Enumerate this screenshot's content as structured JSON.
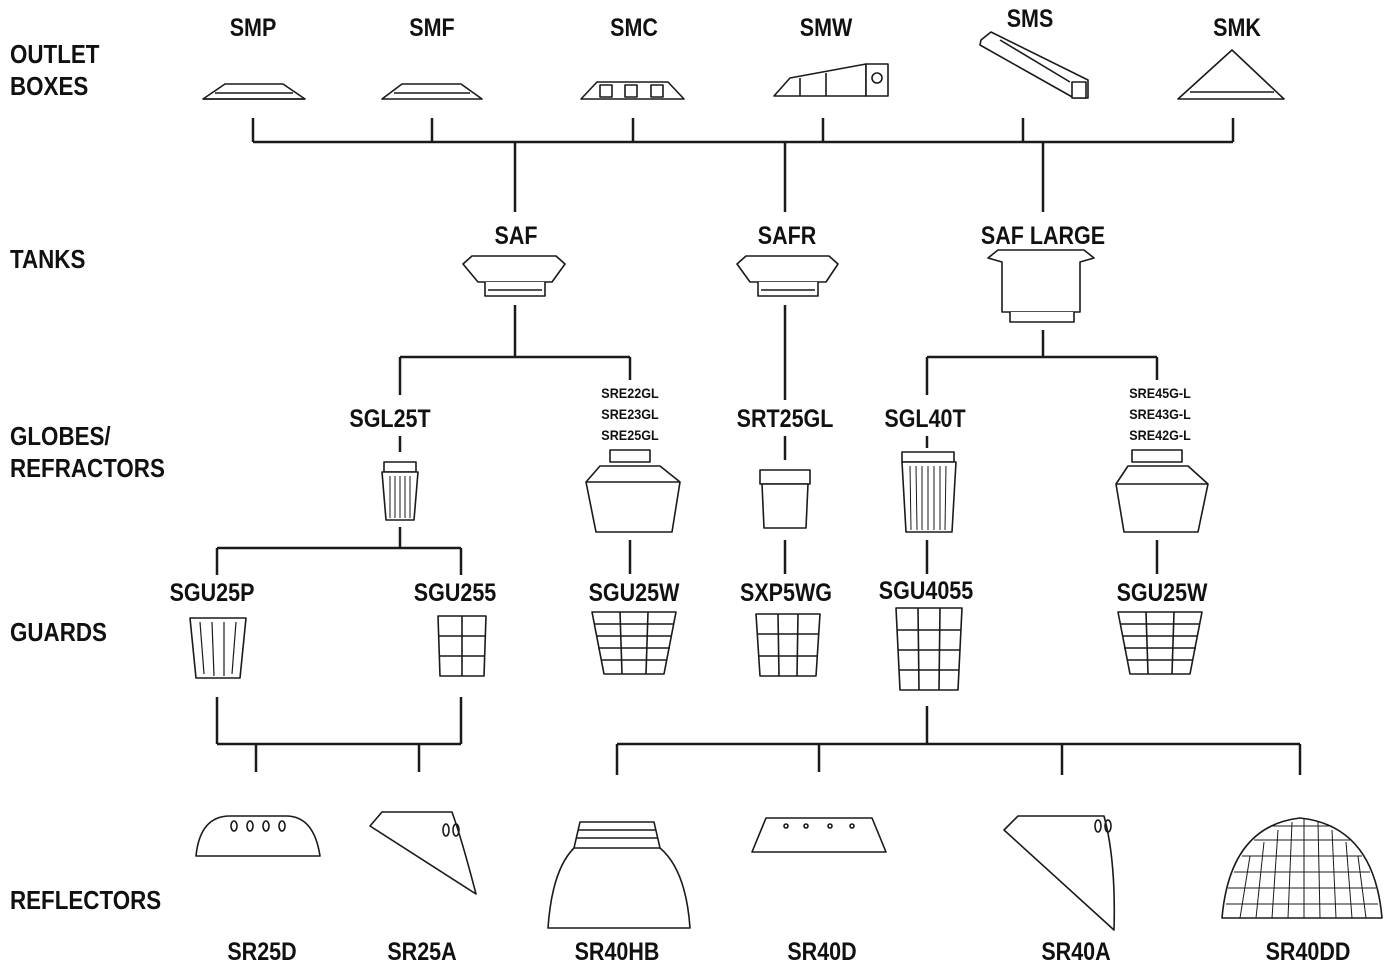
{
  "categories": {
    "outlet_boxes": [
      "OUTLET",
      "BOXES"
    ],
    "tanks": "TANKS",
    "globes_refractors": [
      "GLOBES/",
      "REFRACTORS"
    ],
    "guards": "GUARDS",
    "reflectors": "REFLECTORS"
  },
  "outlet_boxes": {
    "smp": "SMP",
    "smf": "SMF",
    "smc": "SMC",
    "smw": "SMW",
    "sms": "SMS",
    "smk": "SMK"
  },
  "tanks": {
    "saf": "SAF",
    "safr": "SAFR",
    "saf_large": "SAF LARGE"
  },
  "globes": {
    "sgl25t": "SGL25T",
    "sre_small": [
      "SRE22GL",
      "SRE23GL",
      "SRE25GL"
    ],
    "srt25gl": "SRT25GL",
    "sgl40t": "SGL40T",
    "sre_large": [
      "SRE45G-L",
      "SRE43G-L",
      "SRE42G-L"
    ]
  },
  "guards": {
    "sgu25p": "SGU25P",
    "sgu255": "SGU255",
    "sgu25w_a": "SGU25W",
    "sxp5wg": "SXP5WG",
    "sgu4055": "SGU4055",
    "sgu25w_b": "SGU25W"
  },
  "reflectors": {
    "sr25d": "SR25D",
    "sr25a": "SR25A",
    "sr40hb": "SR40HB",
    "sr40d": "SR40D",
    "sr40a": "SR40A",
    "sr40dd": "SR40DD"
  },
  "colors": {
    "line": "#1a1a1a",
    "text": "#111111",
    "background": "#ffffff"
  }
}
